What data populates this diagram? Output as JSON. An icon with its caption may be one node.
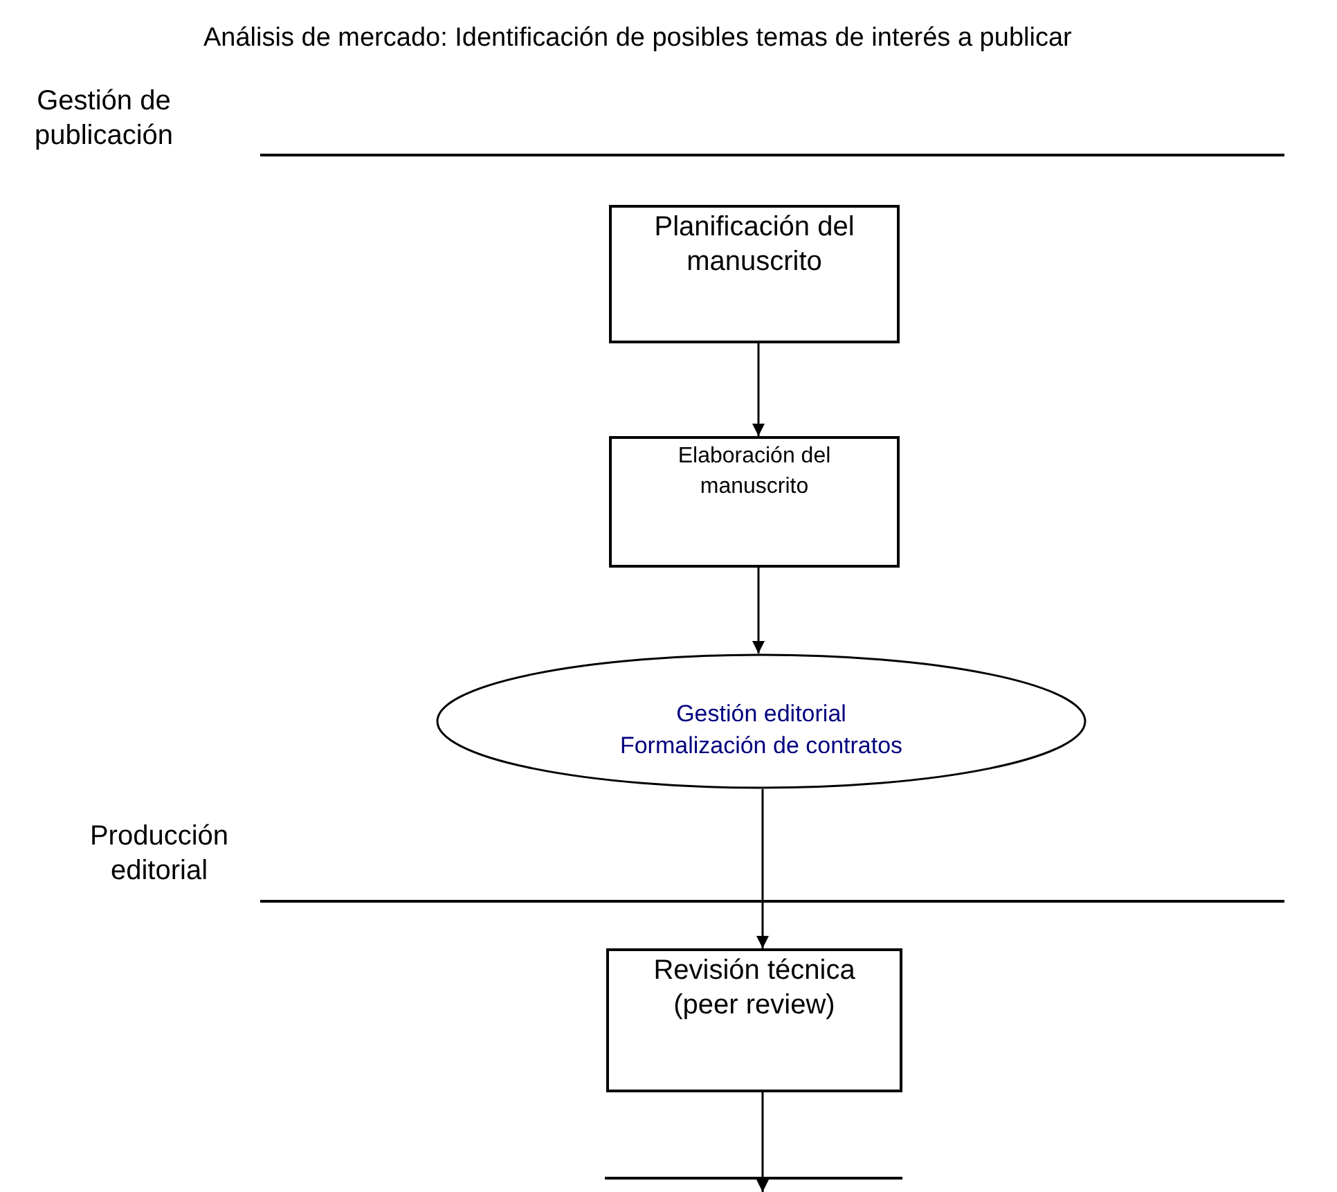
{
  "diagram": {
    "title": "Análisis de mercado: Identificación de posibles temas de interés a publicar",
    "nodes": [
      {
        "text": [
          "Planificación del manuscrito"
        ]
      },
      {
        "text": [
          "Elaboración del manuscrito"
        ]
      },
      {
        "text": [
          "Gestión editorial",
          "Formalización de contratos"
        ]
      },
      {
        "text": [
          "Revisión técnica (peer review)"
        ]
      }
    ],
    "edges": [
      {
        "from": 0,
        "to": 1,
        "arrow": "to"
      },
      {
        "from": 1,
        "to": 2,
        "arrow": "to"
      },
      {
        "from": 2,
        "to": 3,
        "arrow": "to"
      },
      {
        "from": 3,
        "to": null,
        "arrow": "to"
      }
    ],
    "labels": [
      "Gestión de publicación",
      "Producción editorial"
    ]
  }
}
